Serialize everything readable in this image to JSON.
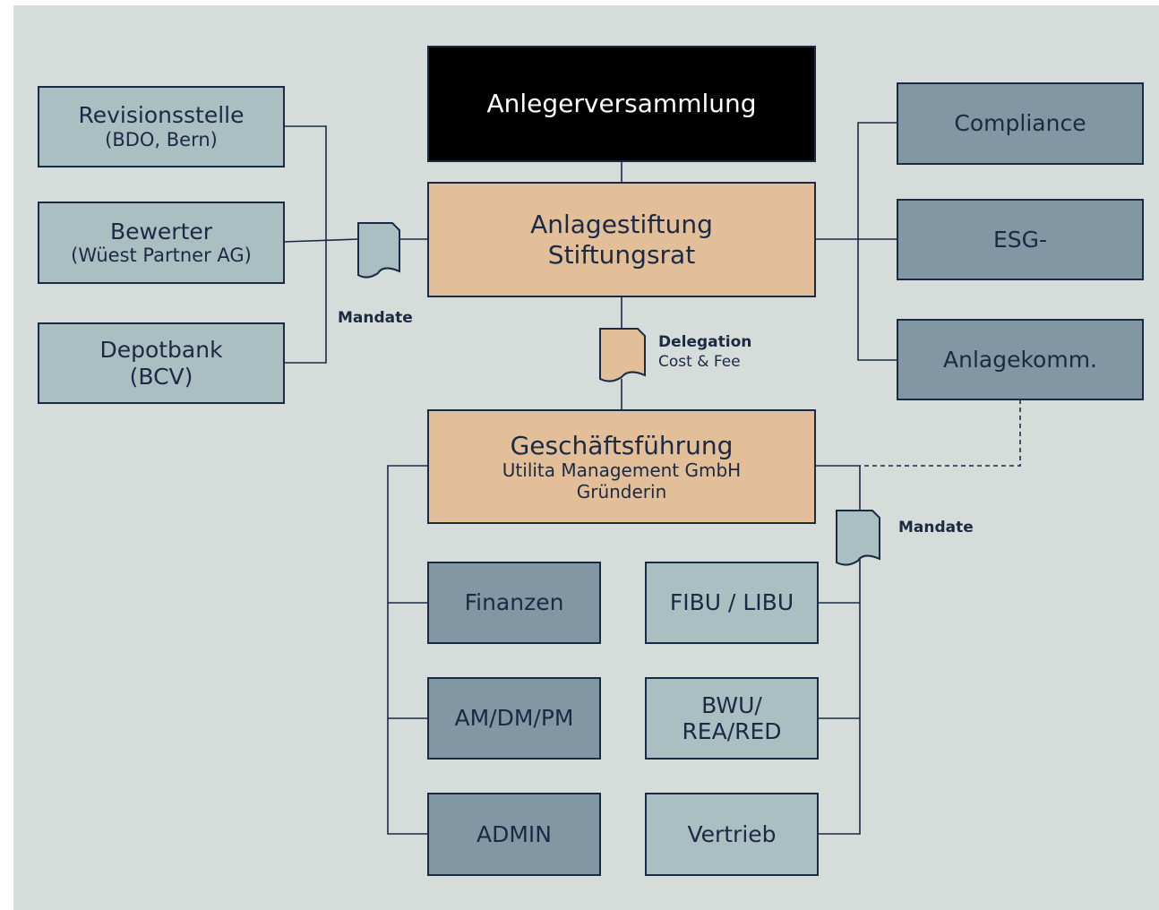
{
  "top": {
    "title": "Anlegerversammlung"
  },
  "foundation": {
    "line1": "Anlagestiftung",
    "line2": "Stiftungsrat"
  },
  "left_boxes": [
    {
      "title": "Revisionsstelle",
      "sub": "(BDO, Bern)"
    },
    {
      "title": "Bewerter",
      "sub": "(Wüest Partner AG)"
    },
    {
      "title": "Depotbank",
      "sub": "(BCV)"
    }
  ],
  "right_boxes": [
    {
      "title": "Compliance"
    },
    {
      "title": "ESG-"
    },
    {
      "title": "Anlagekomm."
    }
  ],
  "management": {
    "title": "Geschäftsführung",
    "line2": "Utilita Management GmbH",
    "line3": "Gründerin"
  },
  "left_units": [
    {
      "title": "Finanzen"
    },
    {
      "title": "AM/DM/PM"
    },
    {
      "title": "ADMIN"
    }
  ],
  "right_units": [
    {
      "title": "FIBU / LIBU"
    },
    {
      "title": "BWU/",
      "line2": "REA/RED"
    },
    {
      "title": "Vertrieb"
    }
  ],
  "labels": {
    "mandate_left": "Mandate",
    "delegation": "Delegation",
    "delegation_sub": "Cost & Fee",
    "mandate_right": "Mandate"
  },
  "colors": {
    "background": "#d6dcda",
    "light_box": "#aabfc2",
    "mid_box": "#8197a4",
    "peach_box": "#e2bf99",
    "black_box": "#000000",
    "border": "#1b2a44"
  }
}
